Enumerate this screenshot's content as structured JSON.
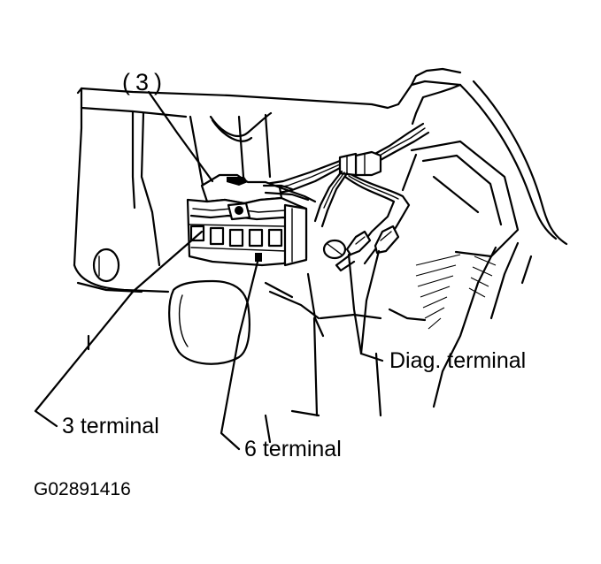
{
  "callout_number": "(3)",
  "labels": {
    "terminal_3": "3 terminal",
    "terminal_6": "6 terminal",
    "diag_terminal": "Diag. terminal"
  },
  "figure_id": "G02891416"
}
